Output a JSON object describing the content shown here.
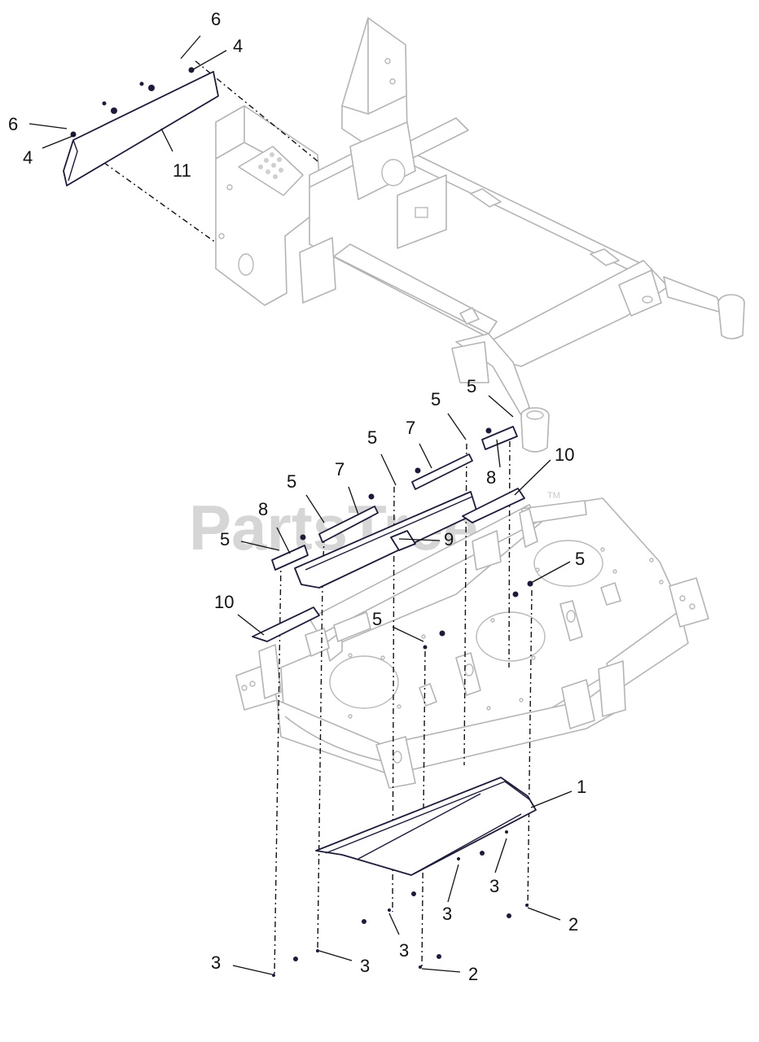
{
  "watermark": {
    "brand": "PartsTree",
    "trademark": "TM"
  },
  "callouts": [
    {
      "id": "c6a",
      "label": "6"
    },
    {
      "id": "c4a",
      "label": "4"
    },
    {
      "id": "c6b",
      "label": "6"
    },
    {
      "id": "c4b",
      "label": "4"
    },
    {
      "id": "c11",
      "label": "11"
    },
    {
      "id": "c5a",
      "label": "5"
    },
    {
      "id": "c5b",
      "label": "5"
    },
    {
      "id": "c7a",
      "label": "7"
    },
    {
      "id": "c8a",
      "label": "8"
    },
    {
      "id": "c10a",
      "label": "10"
    },
    {
      "id": "c5c",
      "label": "5"
    },
    {
      "id": "c7b",
      "label": "7"
    },
    {
      "id": "c5d",
      "label": "5"
    },
    {
      "id": "c8b",
      "label": "8"
    },
    {
      "id": "c9",
      "label": "9"
    },
    {
      "id": "c5e",
      "label": "5"
    },
    {
      "id": "c10b",
      "label": "10"
    },
    {
      "id": "c5f",
      "label": "5"
    },
    {
      "id": "c5g",
      "label": "5"
    },
    {
      "id": "c1",
      "label": "1"
    },
    {
      "id": "c3a",
      "label": "3"
    },
    {
      "id": "c3b",
      "label": "3"
    },
    {
      "id": "c3c",
      "label": "3"
    },
    {
      "id": "c2a",
      "label": "2"
    },
    {
      "id": "c3d",
      "label": "3"
    },
    {
      "id": "c3e",
      "label": "3"
    },
    {
      "id": "c2b",
      "label": "2"
    }
  ]
}
